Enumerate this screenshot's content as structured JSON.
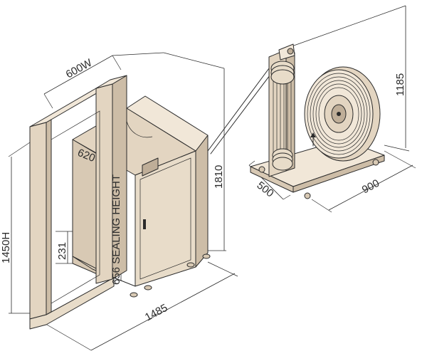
{
  "colors": {
    "frame_light": "#f1e7d8",
    "frame_mid": "#e3d5c1",
    "frame_dark": "#cdbda7",
    "line": "#2b2b2b",
    "background": "#ffffff"
  },
  "dimensions": {
    "arch_width": "600W",
    "arch_height": "1450H",
    "machine_depth": "620",
    "table_height": "231",
    "sealing_height": "656 SEALING HEIGHT",
    "overall_length": "1485",
    "machine_height": "1810",
    "dispenser_height": "1185",
    "dispenser_depth": "500",
    "dispenser_length": "900"
  }
}
